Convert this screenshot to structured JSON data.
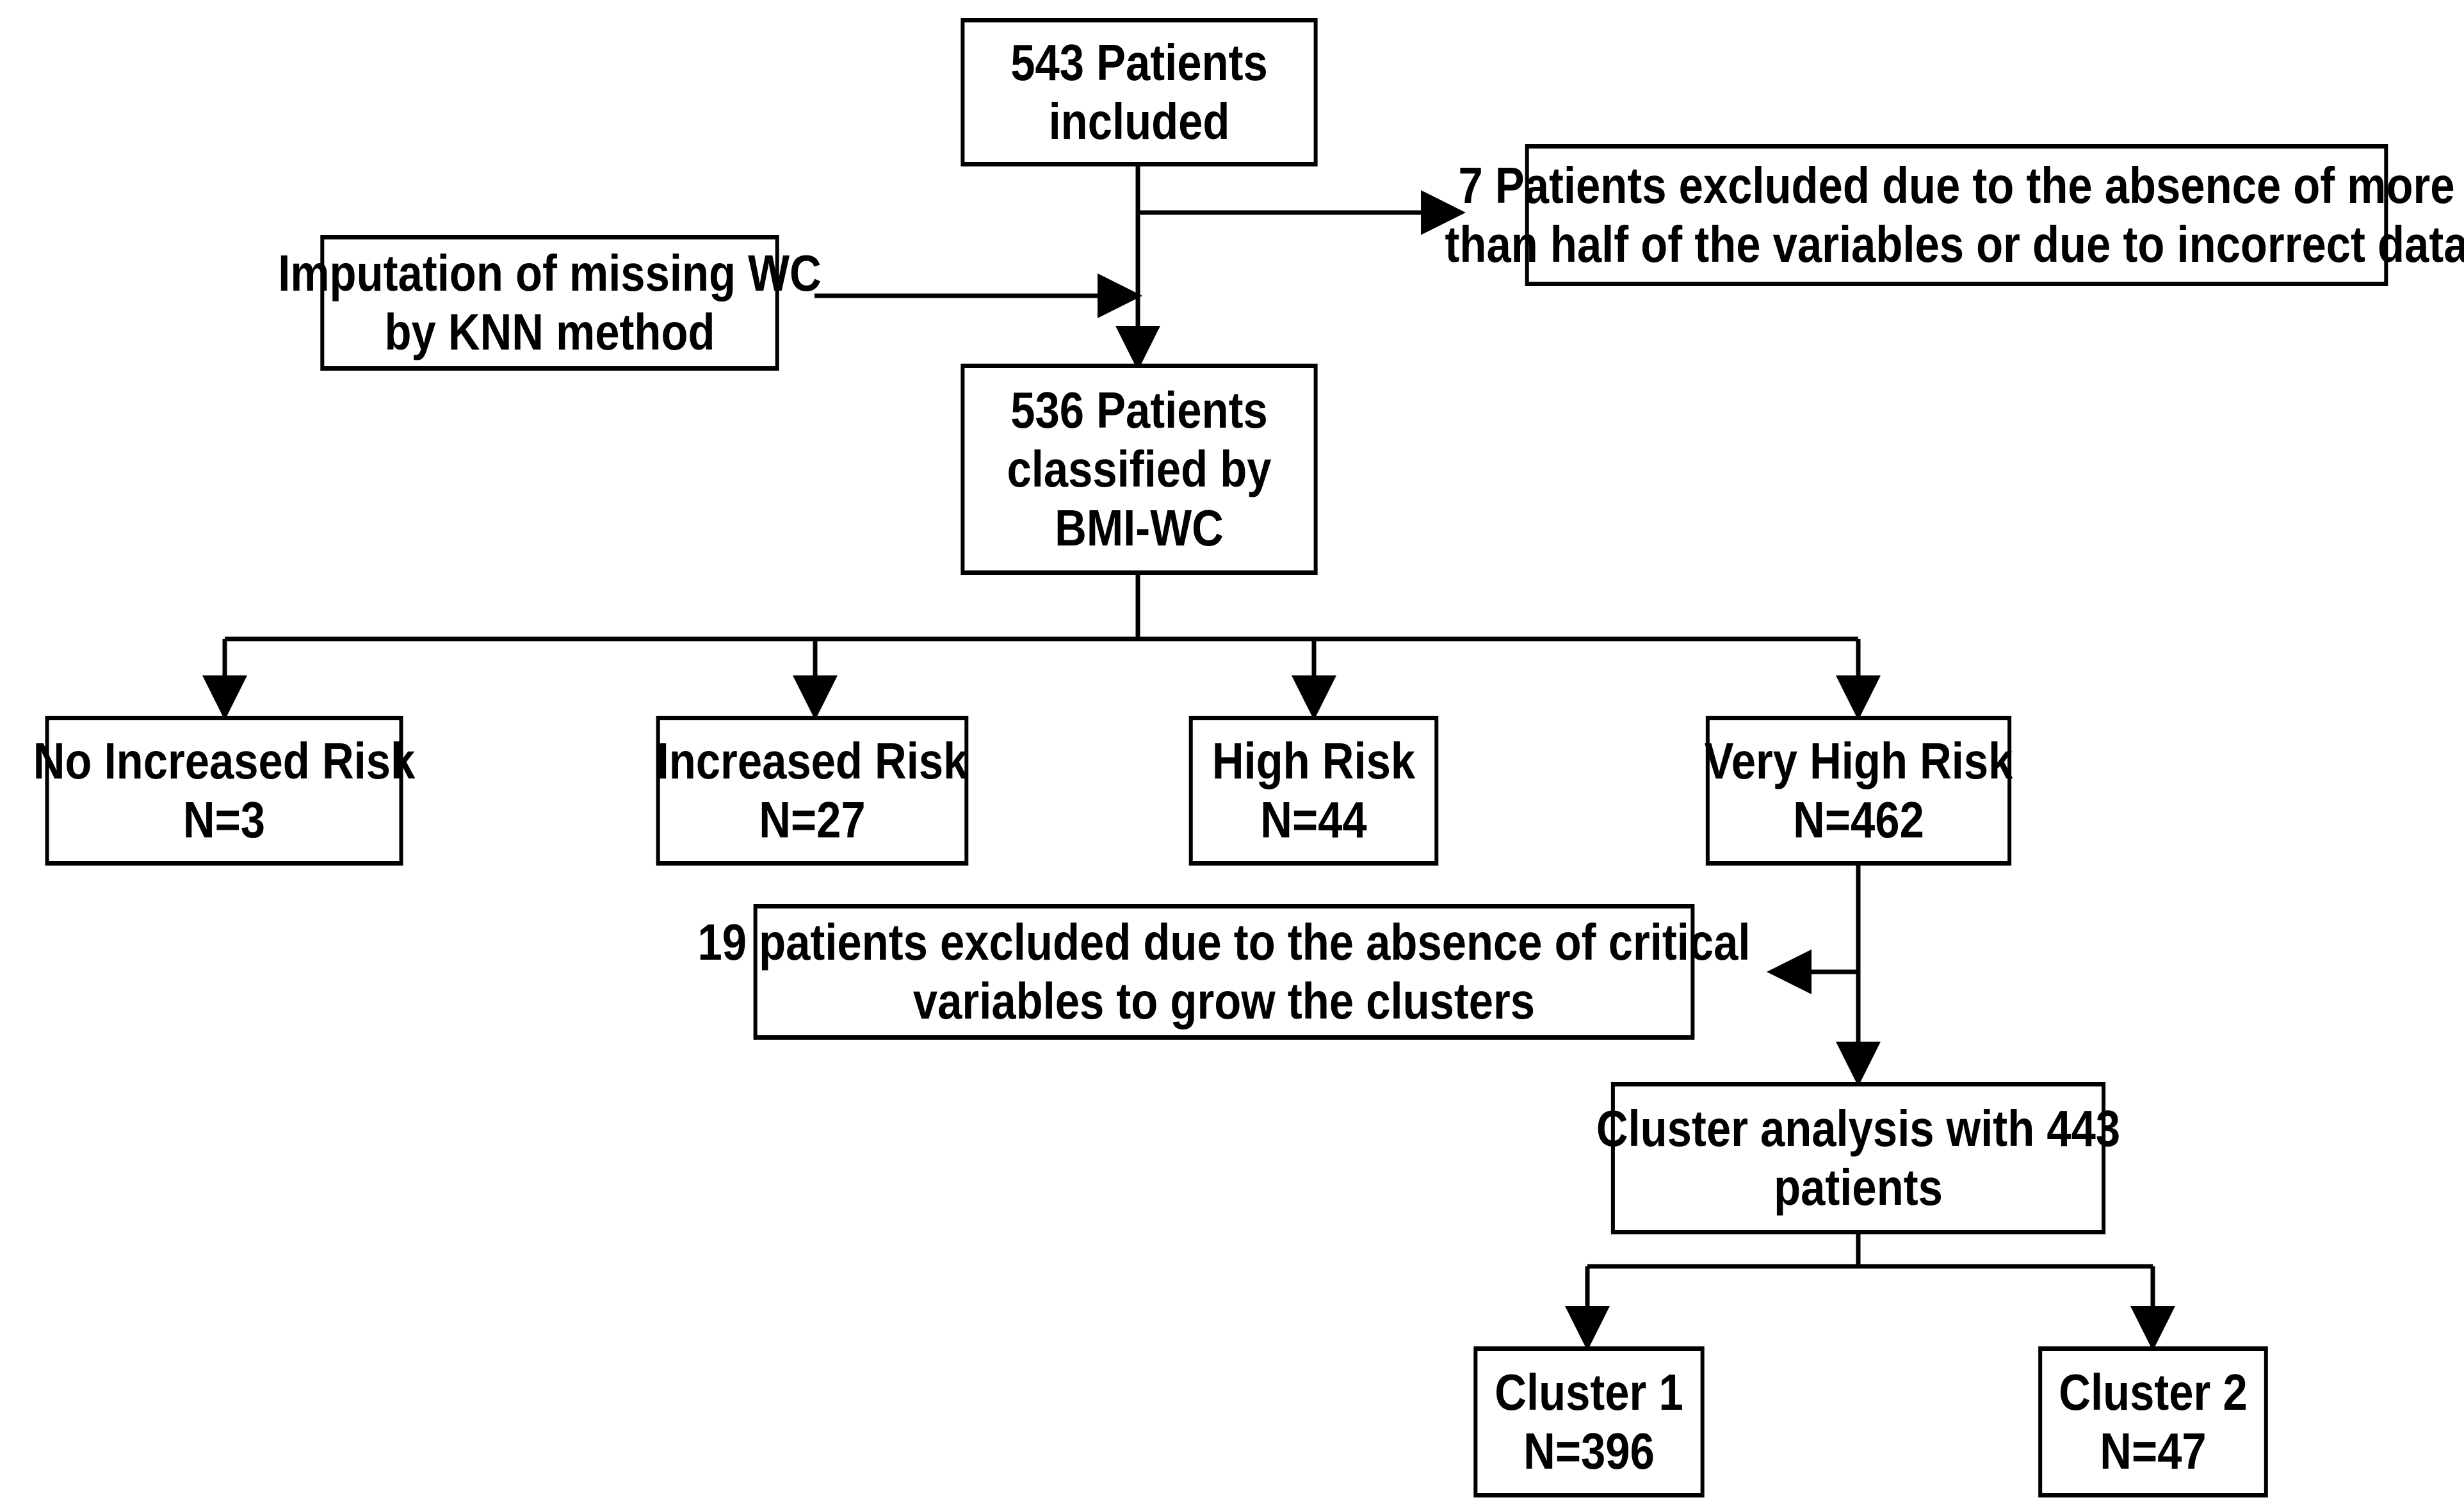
{
  "colors": {
    "line": "#000000",
    "box_fill": "#ffffff",
    "text": "#000000"
  },
  "nodes": {
    "included": {
      "line1": "543 Patients",
      "line2": "included"
    },
    "excluded_first": {
      "line1": "7 Patients excluded due to the absence of more",
      "line2": "than half of the variables or due to incorrect data"
    },
    "imputation": {
      "line1": "Imputation of missing WC",
      "line2": "by KNN method"
    },
    "classified": {
      "line1": "536 Patients",
      "line2": "classified by",
      "line3": "BMI-WC"
    },
    "no_increased_risk": {
      "line1": "No Increased Risk",
      "line2": "N=3"
    },
    "increased_risk": {
      "line1": "Increased Risk",
      "line2": "N=27"
    },
    "high_risk": {
      "line1": "High Risk",
      "line2": "N=44"
    },
    "very_high_risk": {
      "line1": "Very High Risk",
      "line2": "N=462"
    },
    "excluded_second": {
      "line1": "19 patients excluded due to the absence of critical",
      "line2": "variables to grow the clusters"
    },
    "cluster_analysis": {
      "line1": "Cluster analysis with 443",
      "line2": "patients"
    },
    "cluster1": {
      "line1": "Cluster 1",
      "line2": "N=396"
    },
    "cluster2": {
      "line1": "Cluster 2",
      "line2": "N=47"
    }
  }
}
